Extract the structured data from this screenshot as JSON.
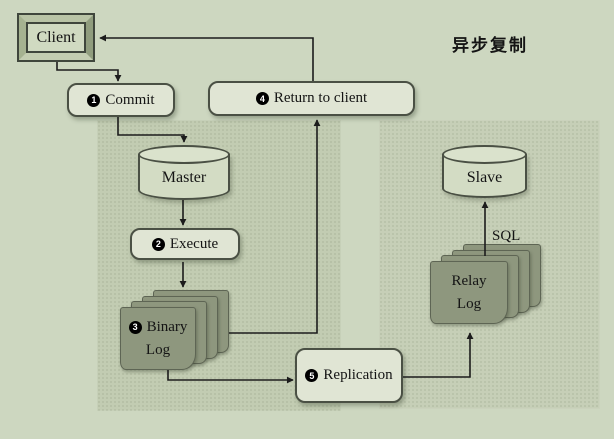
{
  "title": "异步复制",
  "client": {
    "label": "Client"
  },
  "boxes": {
    "commit": {
      "num": "1",
      "label": "Commit"
    },
    "return_to_client": {
      "num": "4",
      "label": "Return to client"
    },
    "execute": {
      "num": "2",
      "label": "Execute"
    },
    "replication": {
      "num": "5",
      "label": "Replication"
    }
  },
  "databases": {
    "master": {
      "label": "Master"
    },
    "slave": {
      "label": "Slave"
    }
  },
  "logs": {
    "binary_log": {
      "num": "3",
      "line1": "Binary",
      "line2": "Log"
    },
    "relay_log": {
      "line1": "Relay",
      "line2": "Log"
    }
  },
  "labels": {
    "sql": "SQL"
  },
  "colors": {
    "background": "#cdd7c0",
    "panel_left": "#c2ccb2",
    "panel_right": "#c6cfb7",
    "box_fill": "#e0e5d4",
    "box_border": "#4a5044",
    "cylinder_fill": "#d3dcc4",
    "log_page_fill": "#8e977e",
    "line": "#1c1c1c",
    "text": "#141414"
  }
}
